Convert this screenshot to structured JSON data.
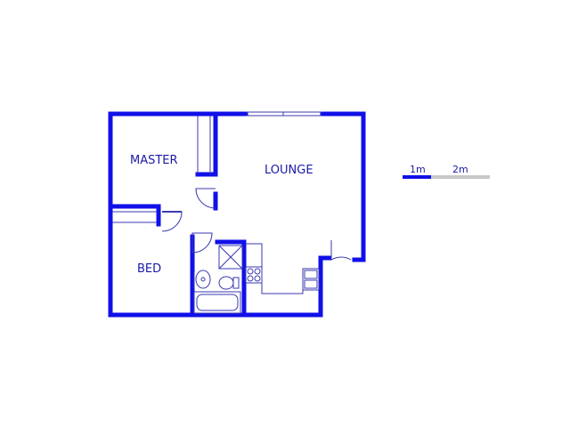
{
  "rooms": {
    "master": "MASTER",
    "lounge": "LOUNGE",
    "bed": "BED"
  },
  "scale_bar": {
    "label_1": "1m",
    "label_2": "2m"
  },
  "colors": {
    "wall": "#1010e8",
    "fixture": "#3a3ab0",
    "scale_grey": "#c8c8c8",
    "label": "#1a1aa8"
  }
}
